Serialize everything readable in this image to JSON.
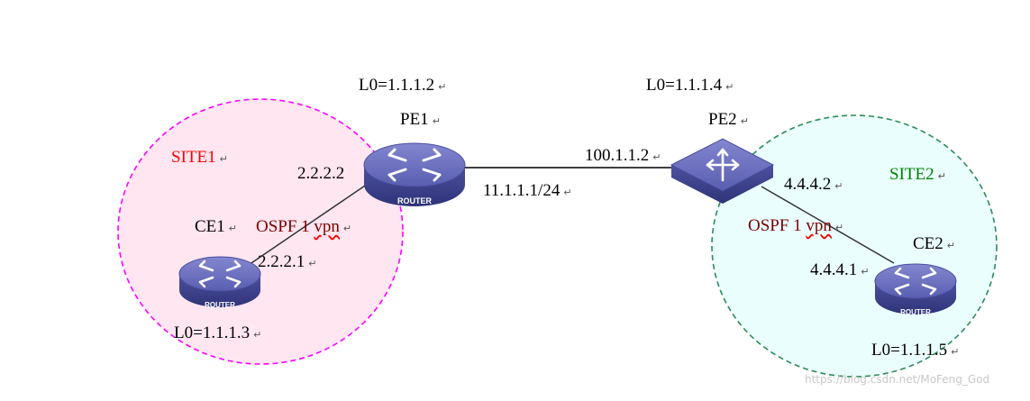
{
  "labels": {
    "pe1_loopback": "L0=1.1.1.2",
    "pe2_loopback": "L0=1.1.1.4",
    "pe1_name": "PE1",
    "pe2_name": "PE2",
    "ce1_name": "CE1",
    "ce2_name": "CE2",
    "site1": "SITE1",
    "site2": "SITE2",
    "pe1_ce_if": "2.2.2.2",
    "ce1_if": "2.2.2.1",
    "pe1_core_if": "11.1.1.1/24",
    "pe2_core_if": "100.1.1.2",
    "pe2_ce_if": "4.4.4.2",
    "ce2_if": "4.4.4.1",
    "ospf_left_prefix": "OSPF 1 ",
    "ospf_left_vpn": "vpn",
    "ospf_right_prefix": "OSPF 1 ",
    "ospf_right_vpn": "vpn",
    "ce1_loopback": "L0=1.1.1.3",
    "ce2_loopback": "L0=1.1.1.5",
    "return_mark": "↵",
    "router_caption": "ROUTER",
    "watermark": "https://blog.csdn.net/MoFeng_God"
  },
  "colors": {
    "site1_border": "#ff00ff",
    "site1_fill": "#ffe6f0",
    "site2_border": "#2e8b57",
    "site2_fill": "#eafefe",
    "router_top": "#6f73c0",
    "router_side": "#3f4390",
    "link": "#000000"
  }
}
